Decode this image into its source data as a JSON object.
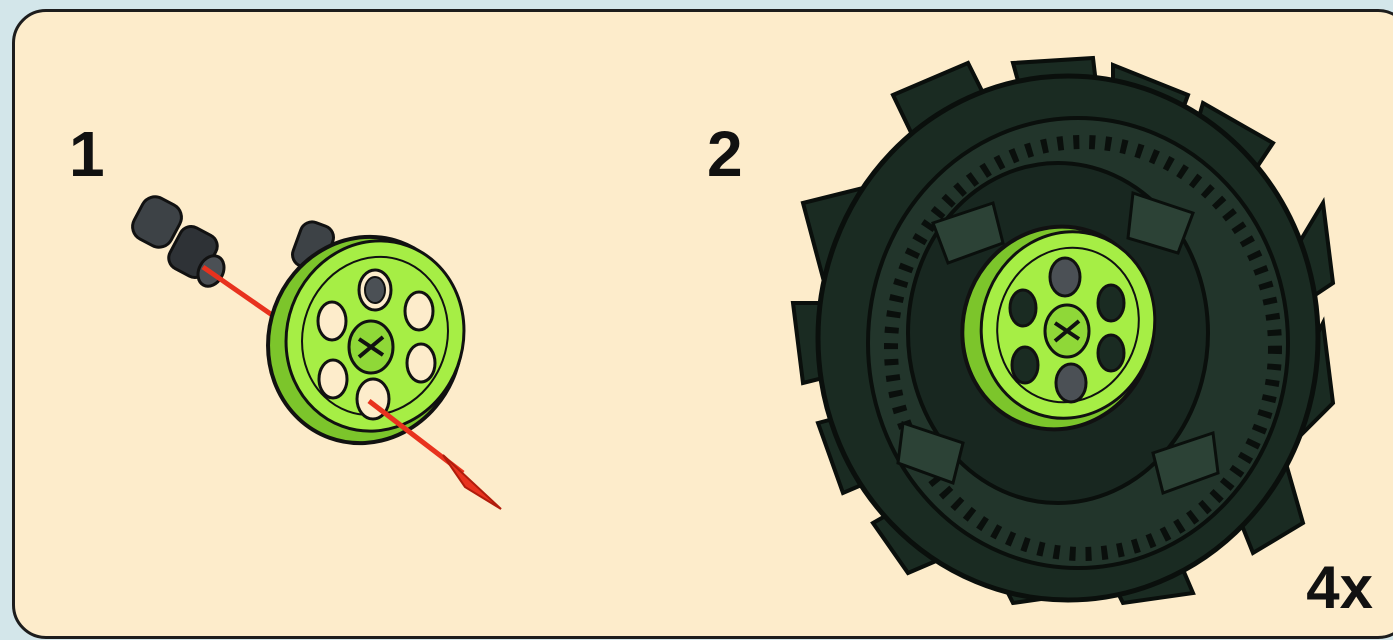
{
  "steps": [
    {
      "number": "1"
    },
    {
      "number": "2"
    }
  ],
  "multiplier": "4x",
  "colors": {
    "background": "#d3e6ea",
    "panel": "#fdeccb",
    "hub": "#9be63b",
    "tire": "#1a2b22",
    "pin": "#3b3f42",
    "arrow": "#e8321e"
  }
}
